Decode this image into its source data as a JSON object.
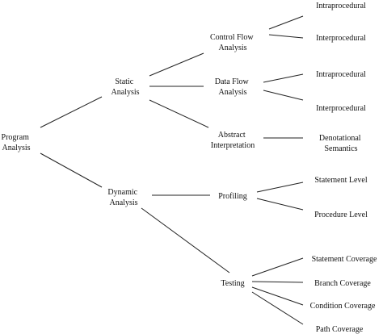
{
  "nodes": {
    "root": [
      "Program",
      "Analysis"
    ],
    "static": [
      "Static",
      "Analysis"
    ],
    "dynamic": [
      "Dynamic",
      "Analysis"
    ],
    "control_flow": [
      "Control Flow",
      "Analysis"
    ],
    "data_flow": [
      "Data Flow",
      "Analysis"
    ],
    "abstract_interp": [
      "Abstract",
      "Interpretation"
    ],
    "profiling": "Profiling",
    "testing": "Testing",
    "cf_intra": "Intraprocedural",
    "cf_inter": "Interprocedural",
    "df_intra": "Intraprocedural",
    "df_inter": "Interprocedural",
    "denotational": [
      "Denotational",
      "Semantics"
    ],
    "statement_level": "Statement Level",
    "procedure_level": "Procedure Level",
    "statement_coverage": "Statement Coverage",
    "branch_coverage": "Branch Coverage",
    "condition_coverage": "Condition Coverage",
    "path_coverage": "Path Coverage"
  }
}
